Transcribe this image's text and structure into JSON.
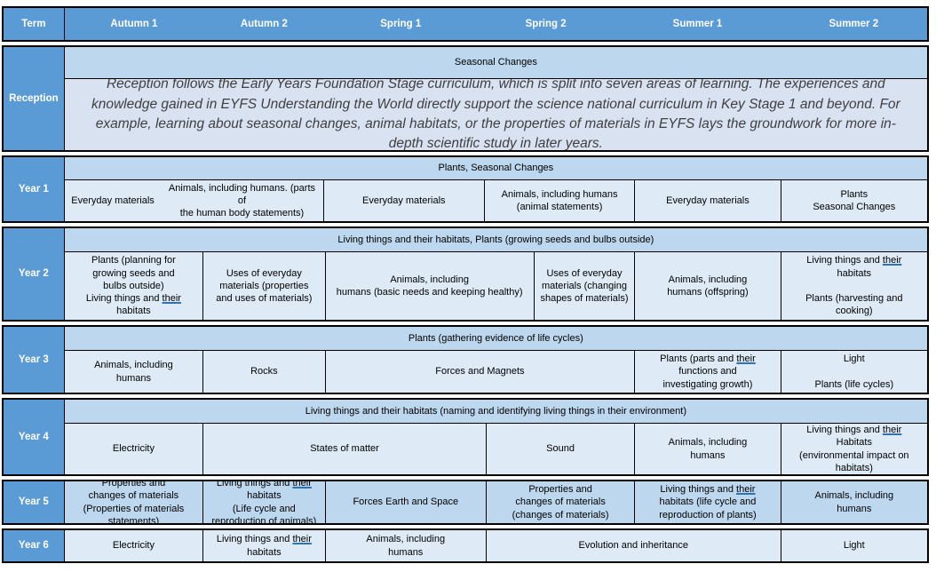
{
  "colors": {
    "header_blue": "#5B9BD5",
    "band_blue": "#BDD7EE",
    "cell_blue": "#DEEAF6",
    "paragraph_blue": "#D9E2F0",
    "border": "#000000",
    "underline_blue": "#2E74B5"
  },
  "header": {
    "term_label": "Term",
    "terms": [
      "Autumn 1",
      "Autumn 2",
      "Spring 1",
      "Spring 2",
      "Summer 1",
      "Summer 2"
    ]
  },
  "rows": [
    {
      "year": "Reception",
      "band": "Seasonal Changes",
      "paragraph": "Reception follows the Early Years Foundation Stage curriculum, which is split into seven areas of learning. The experiences and knowledge gained in EYFS Understanding the World directly support the science national curriculum in Key Stage 1 and beyond. For example, learning about seasonal changes, animal habitats, or the properties of materials in EYFS lays the groundwork for more in-depth scientific study in later years."
    },
    {
      "year": "Year 1",
      "band": "Plants, Seasonal Changes",
      "cells": [
        {
          "text": "Everyday materials"
        },
        {
          "text": "Animals, including humans. (parts of\nthe human body statements)"
        },
        {
          "text": "Everyday materials"
        },
        {
          "text": "Animals, including humans\n(animal statements)"
        },
        {
          "text": "Everyday materials"
        },
        {
          "text": "Plants\nSeasonal Changes"
        }
      ]
    },
    {
      "year": "Year 2",
      "band": "Living things and their habitats, Plants (growing seeds and bulbs outside)",
      "cells": [
        {
          "segments": [
            {
              "t": "Plants (planning for\ngrowing seeds and\nbulbs outside)\nLiving things and "
            },
            {
              "t": "their",
              "u": true
            },
            {
              "t": "\nhabitats"
            }
          ]
        },
        {
          "text": "Uses of everyday\nmaterials (properties\nand uses of materials)"
        },
        {
          "text": "Animals, including\nhumans (basic needs and keeping healthy)"
        },
        {
          "text": "Uses of everyday\nmaterials (changing\nshapes of materials)"
        },
        {
          "text": "Animals, including\nhumans (offspring)"
        },
        {
          "segments": [
            {
              "t": "Living things and "
            },
            {
              "t": "their",
              "u": true
            },
            {
              "t": "\nhabitats\n\nPlants (harvesting and\ncooking)"
            }
          ]
        }
      ]
    },
    {
      "year": "Year 3",
      "band": "Plants (gathering evidence of life cycles)",
      "cells": [
        {
          "text": "Animals, including\nhumans"
        },
        {
          "text": "Rocks"
        },
        {
          "text": "Forces and Magnets"
        },
        {
          "segments": [
            {
              "t": "Plants (parts and "
            },
            {
              "t": "their",
              "u": true
            },
            {
              "t": "\nfunctions and\ninvestigating growth)"
            }
          ]
        },
        {
          "text": "Light\n\nPlants (life cycles)"
        }
      ]
    },
    {
      "year": "Year 4",
      "band": "Living things and their habitats (naming and identifying living things in their environment)",
      "cells": [
        {
          "text": "Electricity"
        },
        {
          "text": "States of matter"
        },
        {
          "text": "Sound"
        },
        {
          "text": "Animals, including\nhumans"
        },
        {
          "segments": [
            {
              "t": "Living things and "
            },
            {
              "t": "their",
              "u": true
            },
            {
              "t": "\nHabitats\n(environmental impact on\nhabitats)"
            }
          ]
        }
      ]
    },
    {
      "year": "Year 5",
      "cells": [
        {
          "text": "Properties and\nchanges of materials\n(Properties of materials\nstatements)"
        },
        {
          "segments": [
            {
              "t": "Living things and "
            },
            {
              "t": "their",
              "u": true
            },
            {
              "t": "\nhabitats\n(Life cycle and\nreproduction of animals)"
            }
          ]
        },
        {
          "text": "Forces Earth and Space"
        },
        {
          "text": "Properties and\nchanges of materials\n(changes of materials)"
        },
        {
          "segments": [
            {
              "t": "Living things and "
            },
            {
              "t": "their",
              "u": true
            },
            {
              "t": "\nhabitats (life cycle and\nreproduction of plants)"
            }
          ]
        },
        {
          "text": "Animals, including\nhumans"
        }
      ]
    },
    {
      "year": "Year 6",
      "cells": [
        {
          "text": "Electricity"
        },
        {
          "segments": [
            {
              "t": "Living things and "
            },
            {
              "t": "their",
              "u": true
            },
            {
              "t": "\nhabitats"
            }
          ]
        },
        {
          "text": "Animals, including\nhumans"
        },
        {
          "text": "Evolution and inheritance"
        },
        {
          "text": "Light"
        }
      ]
    }
  ]
}
